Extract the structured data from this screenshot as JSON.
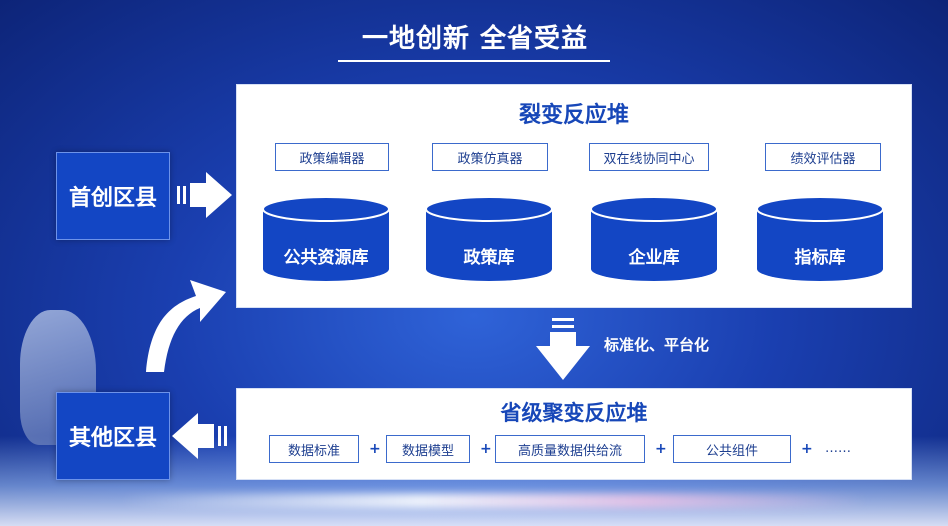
{
  "title": "一地创新 全省受益",
  "reactor": {
    "title": "裂变反应堆",
    "tools": [
      "政策编辑器",
      "政策仿真器",
      "双在线协同中心",
      "绩效评估器"
    ],
    "databases": [
      "公共资源库",
      "政策库",
      "企业库",
      "指标库"
    ]
  },
  "counties": {
    "first": "首创区县",
    "other": "其他区县"
  },
  "flow_label": "标准化、平台化",
  "provincial": {
    "title": "省级聚变反应堆",
    "items": [
      "数据标准",
      "数据模型",
      "高质量数据供给流",
      "公共组件"
    ],
    "plus": "+",
    "ellipsis": "……"
  },
  "colors": {
    "primary": "#1346c4",
    "accent": "#1747b8",
    "background": "#1a3fb0"
  }
}
